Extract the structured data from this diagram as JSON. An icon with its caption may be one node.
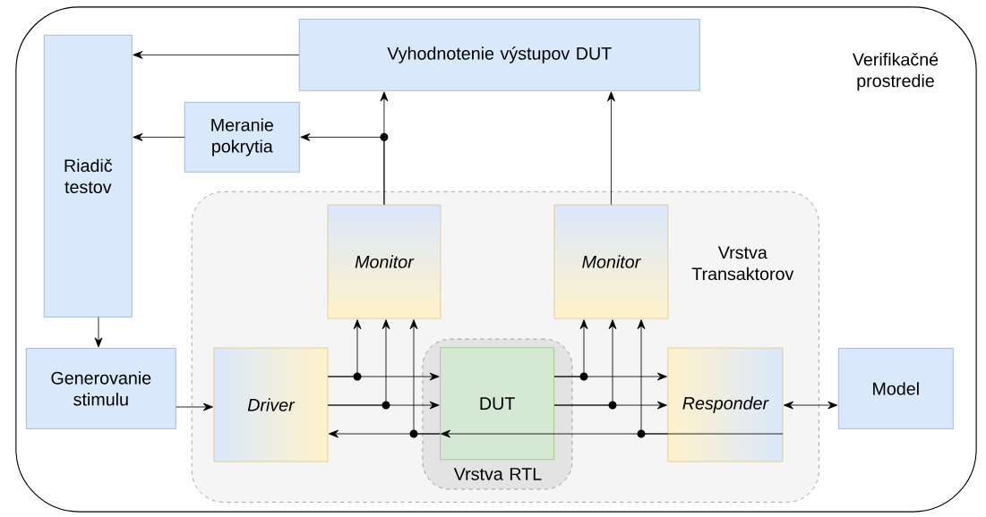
{
  "diagram": {
    "nodes": [
      {
        "text": [
          "Verifikačné prostredie"
        ]
      },
      {
        "text": [
          "Vyhodnotenie výstupov DUT"
        ],
        "in": 0
      },
      {
        "text": [
          "Riadič testov"
        ],
        "in": 0
      },
      {
        "text": [
          "Meranie pokrytia"
        ],
        "in": 0
      },
      {
        "text": [
          "Vrstva Transaktorov"
        ],
        "in": 0
      },
      {
        "text": [
          "Monitor"
        ],
        "in": 4
      },
      {
        "text": [
          "Monitor"
        ],
        "in": 4
      },
      {
        "text": [
          "Generovanie stimulu"
        ],
        "in": 0
      },
      {
        "text": [
          "Driver"
        ],
        "in": 4
      },
      {
        "text": [
          "Vrstva RTL"
        ],
        "in": 4
      },
      {
        "text": [
          "DUT"
        ],
        "in": 9
      },
      {
        "text": [
          "Responder"
        ],
        "in": 4
      },
      {
        "text": [
          "Model"
        ],
        "in": 0
      }
    ],
    "edges": [
      {
        "from": 1,
        "to": 2,
        "arrow": "to"
      },
      {
        "from": 3,
        "to": 2,
        "arrow": "to"
      },
      {
        "from": 5,
        "to": 1,
        "arrow": "to"
      },
      {
        "from": 5,
        "to": 3,
        "arrow": "to"
      },
      {
        "from": 6,
        "to": 1,
        "arrow": "to"
      },
      {
        "from": 2,
        "to": 7,
        "arrow": "to"
      },
      {
        "from": 7,
        "to": 8,
        "arrow": "to"
      },
      {
        "from": 8,
        "to": 10,
        "arrow": "to"
      },
      {
        "from": 8,
        "to": 10,
        "arrow": "to"
      },
      {
        "from": 10,
        "to": 8,
        "arrow": "to"
      },
      {
        "from": 8,
        "to": 5,
        "arrow": "to"
      },
      {
        "from": 8,
        "to": 5,
        "arrow": "to"
      },
      {
        "from": 10,
        "to": 5,
        "arrow": "to"
      },
      {
        "from": 10,
        "to": 11,
        "arrow": "to"
      },
      {
        "from": 10,
        "to": 11,
        "arrow": "to"
      },
      {
        "from": 11,
        "to": 10,
        "arrow": "to"
      },
      {
        "from": 10,
        "to": 6,
        "arrow": "to"
      },
      {
        "from": 10,
        "to": 6,
        "arrow": "to"
      },
      {
        "from": 11,
        "to": 6,
        "arrow": "to"
      },
      {
        "from": 11,
        "to": 12,
        "arrow": "both"
      }
    ]
  }
}
